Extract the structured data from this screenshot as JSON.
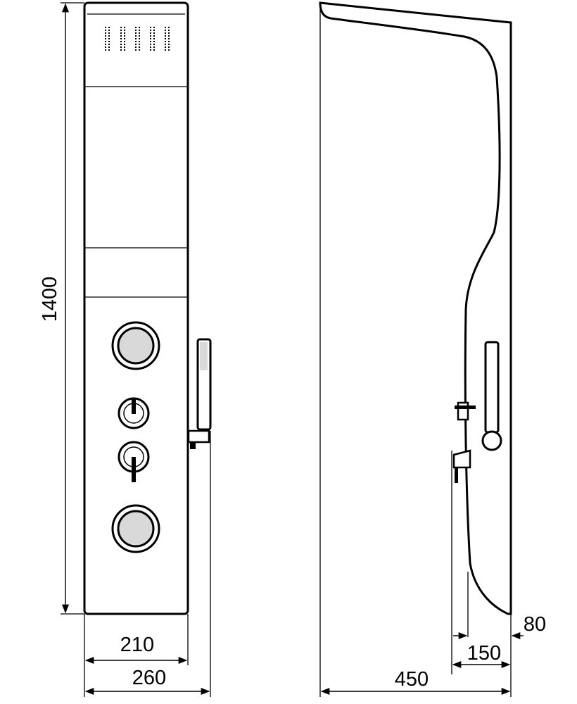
{
  "dimensions": {
    "height": "1400",
    "front_inner_width": "210",
    "front_total_width": "260",
    "side_depth_total": "450",
    "side_depth_body": "150",
    "side_depth_base": "80"
  },
  "icons": [
    "shower-panel-front-view",
    "shower-panel-side-view",
    "hand-shower-icon",
    "control-knob-icon",
    "mixer-valve-icon"
  ],
  "colors": {
    "stroke": "#000000",
    "knob_fill": "#d9d9d9",
    "background": "#ffffff"
  }
}
